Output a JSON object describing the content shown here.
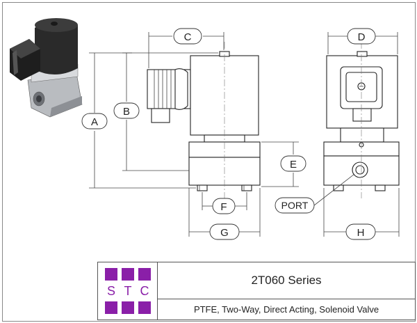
{
  "dimensions": {
    "a": "A",
    "b": "B",
    "c": "C",
    "d": "D",
    "e": "E",
    "f": "F",
    "g": "G",
    "h": "H"
  },
  "callout": {
    "port": "PORT"
  },
  "title_block": {
    "logo_letters": [
      "S",
      "T",
      "C"
    ],
    "logo_color": "#8a1fa8",
    "series": "2T060 Series",
    "description": "PTFE, Two-Way, Direct Acting, Solenoid Valve"
  }
}
